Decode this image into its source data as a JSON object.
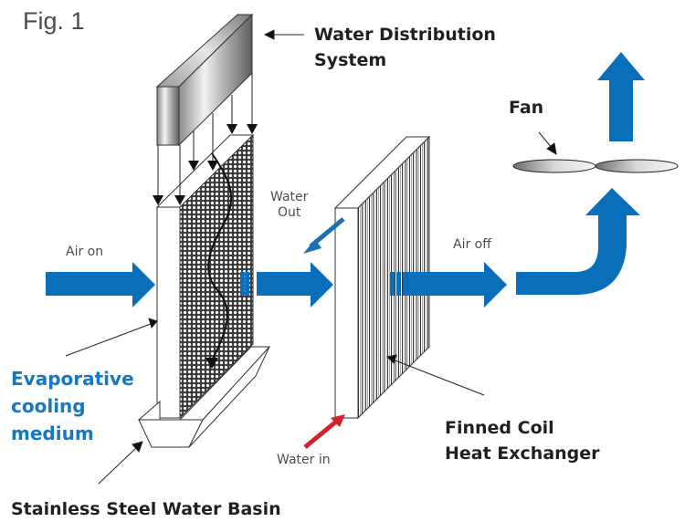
{
  "figure": {
    "title": "Fig. 1",
    "labels": {
      "water_distribution": [
        "Water Distribution",
        "System"
      ],
      "fan": "Fan",
      "water_out": [
        "Water",
        "Out"
      ],
      "air_on": "Air on",
      "air_off": "Air off",
      "evaporative_medium": [
        "Evaporative",
        "cooling",
        "medium"
      ],
      "finned_coil": [
        "Finned Coil",
        "Heat Exchanger"
      ],
      "water_in": "Water in",
      "basin": "Stainless Steel Water Basin"
    },
    "colors": {
      "airflow": "#0a6fba",
      "water_out_arrow": "#1a6fb5",
      "water_in_arrow": "#d42027",
      "text_dark": "#231f20",
      "text_blue": "#1479c4"
    }
  }
}
